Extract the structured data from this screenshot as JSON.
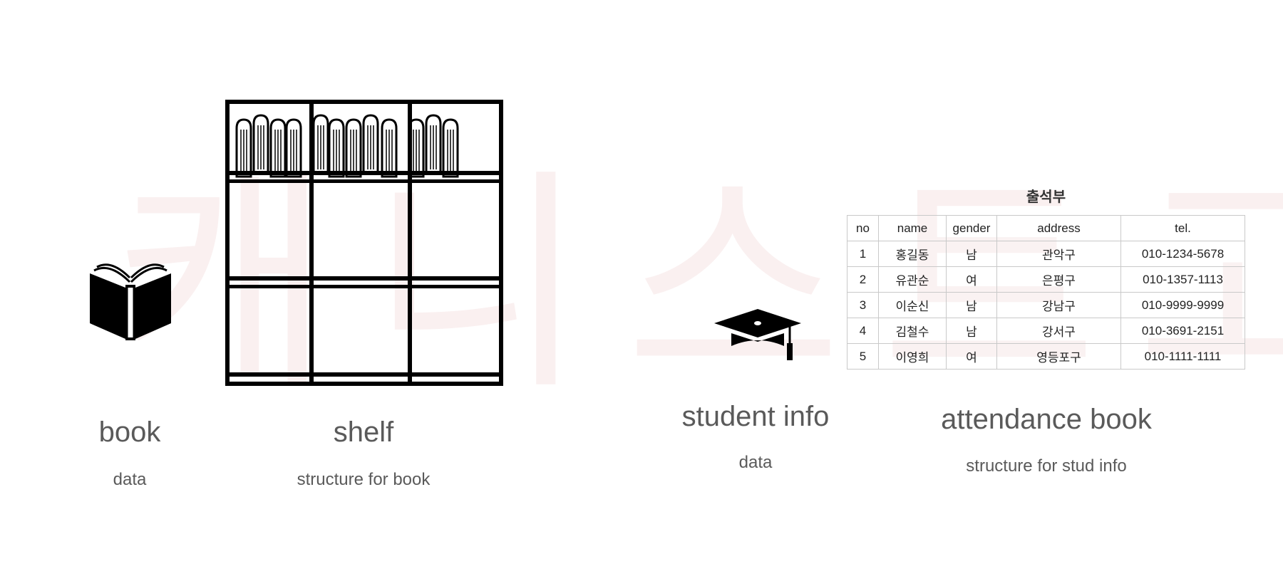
{
  "watermark": "캐니스트고",
  "items": {
    "book": {
      "title": "book",
      "subtitle": "data",
      "icon": "book-icon"
    },
    "shelf": {
      "title": "shelf",
      "subtitle": "structure for book",
      "icon": "bookshelf-icon"
    },
    "student": {
      "title": "student info",
      "subtitle": "data",
      "icon": "graduation-cap-icon"
    },
    "attendance": {
      "title": "attendance book",
      "subtitle": "structure for stud info"
    }
  },
  "attendance_table": {
    "title": "출석부",
    "headers": [
      "no",
      "name",
      "gender",
      "address",
      "tel."
    ],
    "rows": [
      [
        "1",
        "홍길동",
        "남",
        "관악구",
        "010-1234-5678"
      ],
      [
        "2",
        "유관순",
        "여",
        "은평구",
        "010-1357-1113"
      ],
      [
        "3",
        "이순신",
        "남",
        "강남구",
        "010-9999-9999"
      ],
      [
        "4",
        "김철수",
        "남",
        "강서구",
        "010-3691-2151"
      ],
      [
        "5",
        "이영희",
        "여",
        "영등포구",
        "010-1111-1111"
      ]
    ]
  },
  "colors": {
    "text": "#5a5a5a",
    "watermark": "#e8b9b9",
    "icons": "#000000"
  }
}
